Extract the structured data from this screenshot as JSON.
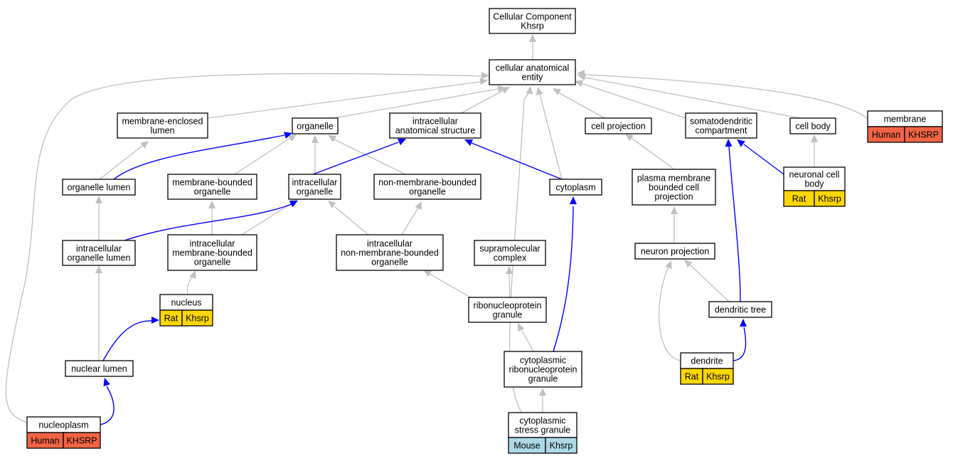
{
  "graph": {
    "nodes": {
      "root": {
        "lines": [
          "Cellular Component",
          "Khsrp"
        ]
      },
      "cae": {
        "lines": [
          "cellular anatomical",
          "entity"
        ]
      },
      "mel": {
        "lines": [
          "membrane-enclosed",
          "lumen"
        ]
      },
      "organelle": {
        "lines": [
          "organelle"
        ]
      },
      "ias": {
        "lines": [
          "intracellular",
          "anatomical structure"
        ]
      },
      "cellproj": {
        "lines": [
          "cell projection"
        ]
      },
      "somato": {
        "lines": [
          "somatodendritic",
          "compartment"
        ]
      },
      "cellbody": {
        "lines": [
          "cell body"
        ]
      },
      "membrane": {
        "lines": [
          "membrane"
        ],
        "species": "Human",
        "gene": "KHSRP"
      },
      "orglumen": {
        "lines": [
          "organelle lumen"
        ]
      },
      "mbo": {
        "lines": [
          "membrane-bounded",
          "organelle"
        ]
      },
      "io": {
        "lines": [
          "intracellular",
          "organelle"
        ]
      },
      "nmbo": {
        "lines": [
          "non-membrane-bounded",
          "organelle"
        ]
      },
      "cytoplasm": {
        "lines": [
          "cytoplasm"
        ]
      },
      "pmbcp": {
        "lines": [
          "plasma membrane",
          "bounded cell",
          "projection"
        ]
      },
      "ncb": {
        "lines": [
          "neuronal cell",
          "body"
        ],
        "species": "Rat",
        "gene": "Khsrp"
      },
      "iol": {
        "lines": [
          "intracellular",
          "organelle lumen"
        ]
      },
      "imbo": {
        "lines": [
          "intracellular",
          "membrane-bounded",
          "organelle"
        ]
      },
      "inmbo": {
        "lines": [
          "intracellular",
          "non-membrane-bounded",
          "organelle"
        ]
      },
      "supra": {
        "lines": [
          "supramolecular",
          "complex"
        ]
      },
      "neuronproj": {
        "lines": [
          "neuron projection"
        ]
      },
      "nucleus": {
        "lines": [
          "nucleus"
        ],
        "species": "Rat",
        "gene": "Khsrp"
      },
      "rnpg": {
        "lines": [
          "ribonucleoprotein",
          "granule"
        ]
      },
      "dendtree": {
        "lines": [
          "dendritic tree"
        ]
      },
      "nuclumen": {
        "lines": [
          "nuclear lumen"
        ]
      },
      "crnpg": {
        "lines": [
          "cytoplasmic",
          "ribonucleoprotein",
          "granule"
        ]
      },
      "dendrite": {
        "lines": [
          "dendrite"
        ],
        "species": "Rat",
        "gene": "Khsrp"
      },
      "nucleoplasm": {
        "lines": [
          "nucleoplasm"
        ],
        "species": "Human",
        "gene": "KHSRP"
      },
      "csg": {
        "lines": [
          "cytoplasmic",
          "stress granule"
        ],
        "species": "Mouse",
        "gene": "Khsrp"
      }
    },
    "species_colors": {
      "Human": "#f26444",
      "Rat": "#ffd700",
      "Mouse": "#add8e6"
    },
    "edge_colors": {
      "is_a": "#c0c0c0",
      "part_of": "#0000ff"
    }
  }
}
